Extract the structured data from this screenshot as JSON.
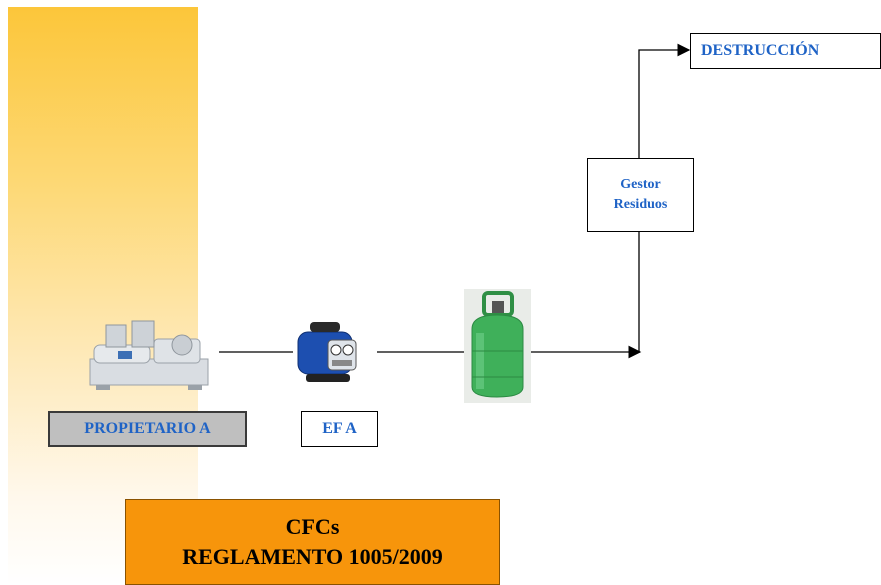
{
  "nodes": {
    "destruccion": "DESTRUCCIÓN",
    "gestor": [
      "Gestor",
      "Residuos"
    ],
    "propietario": "PROPIETARIO A",
    "efa": "EF A",
    "cfcs": [
      "CFCs",
      "REGLAMENTO 1005/2009"
    ]
  },
  "icons": {
    "chiller": "industrial-chiller-icon",
    "recovery_unit": "refrigerant-recovery-unit-icon",
    "cylinder": "green-gas-cylinder-icon"
  },
  "colors": {
    "stripe_top": "#fcc63a",
    "label_blue": "#1f63c6",
    "owner_box": "#bfbfbf",
    "cfcs_box": "#f7950b",
    "cylinder_green": "#3fb05a",
    "recovery_blue": "#1d4fb0"
  }
}
